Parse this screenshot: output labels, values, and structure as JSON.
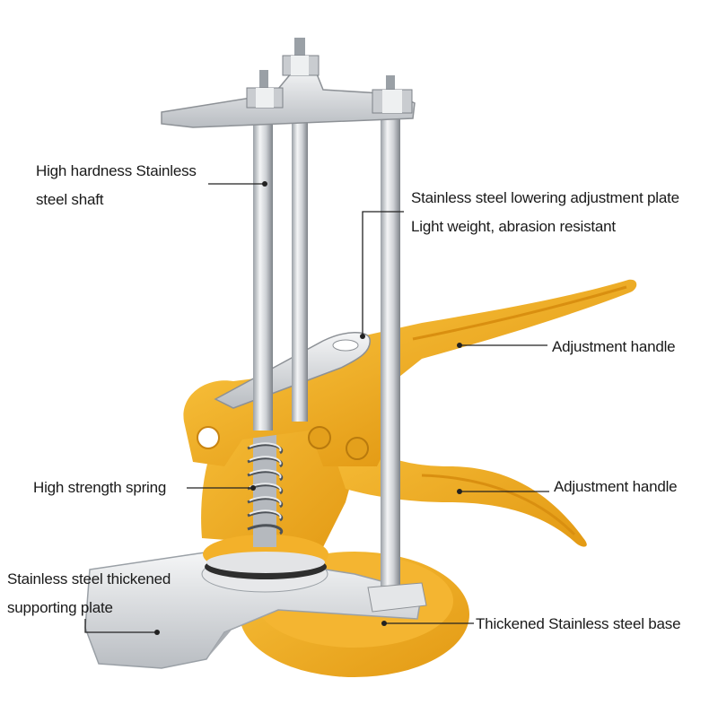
{
  "labels": {
    "shaft": [
      "High hardness Stainless",
      "steel shaft"
    ],
    "lowering_plate": [
      "Stainless steel lowering adjustment plate",
      "Light weight, abrasion resistant"
    ],
    "upper_handle": "Adjustment handle",
    "lower_handle": "Adjustment handle",
    "spring": "High strength spring",
    "supporting_plate": [
      "Stainless steel thickened",
      "supporting plate"
    ],
    "base": "Thickened Stainless steel base"
  },
  "colors": {
    "handle": "#f2ae21",
    "handle_dark": "#d98f10",
    "steel": "#d3d5d8",
    "steel_dark": "#8d9196",
    "steel_light": "#f2f3f4",
    "leader": "#222222"
  }
}
